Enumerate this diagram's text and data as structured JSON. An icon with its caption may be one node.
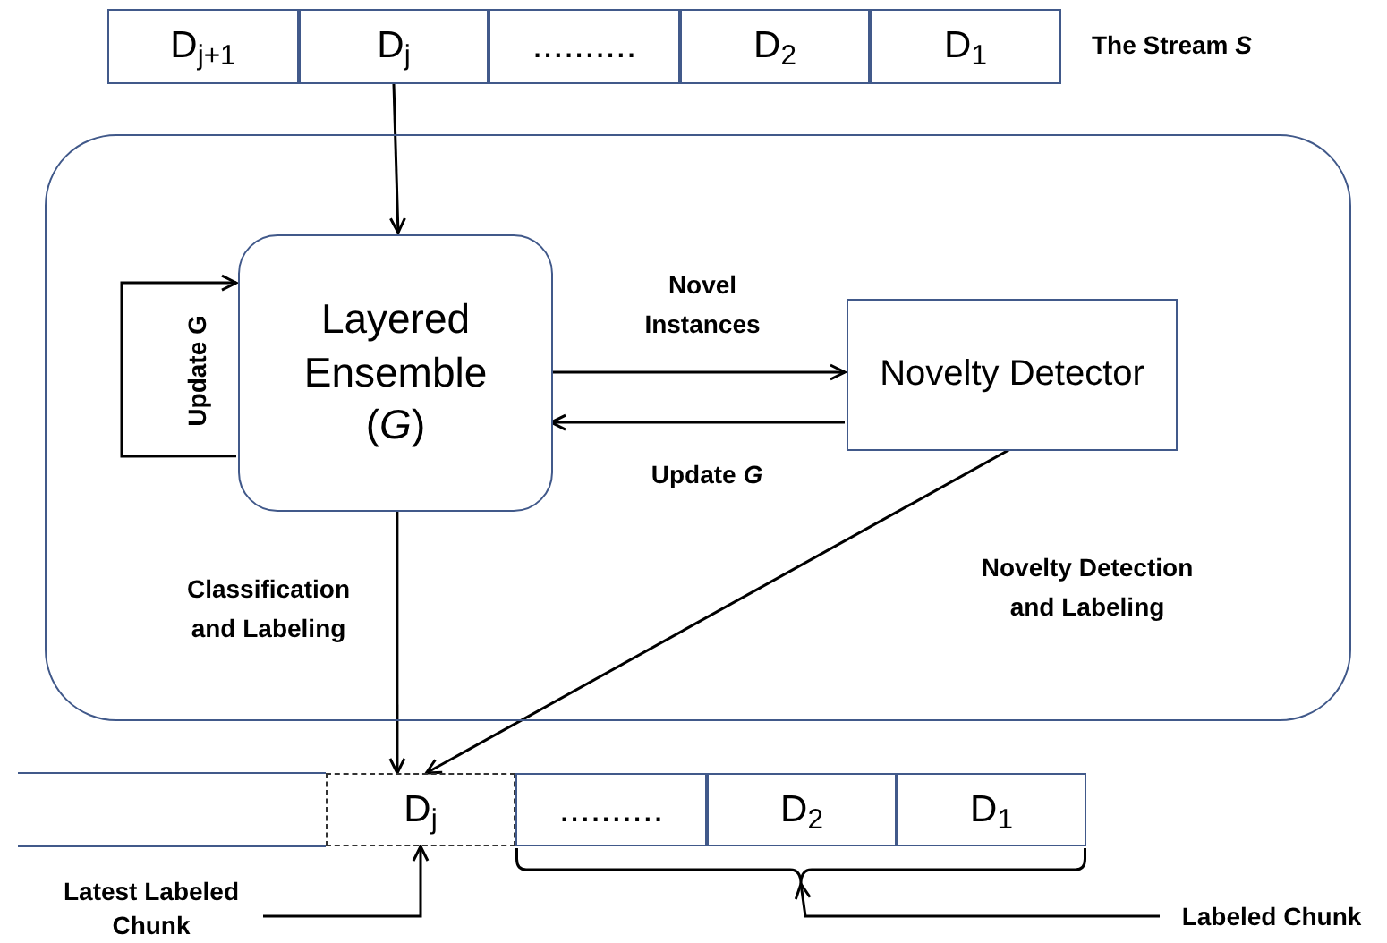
{
  "diagram": {
    "nodes": [
      {
        "text": [
          "D$_{j+1}$"
        ]
      },
      {
        "text": [
          "D$_{j}$"
        ]
      },
      {
        "text": [
          ".........."
        ]
      },
      {
        "text": [
          "D$_{2}$"
        ]
      },
      {
        "text": [
          "D$_{1}$"
        ]
      },
      {
        "text": [],
        "shape": "box"
      },
      {
        "text": [
          "Layered Ensemble (*G*)"
        ],
        "in": 5
      },
      {
        "text": [
          "Novelty Detector"
        ],
        "in": 5
      },
      {
        "text": [
          "D$_{j}$"
        ]
      },
      {
        "text": [
          ".........."
        ]
      },
      {
        "text": [
          "D$_{2}$"
        ]
      },
      {
        "text": [
          "D$_{1}$"
        ]
      },
      {
        "text": [
          "Latest Labeled Chunk"
        ]
      },
      {
        "text": [
          "Labeled Chunk"
        ]
      },
      {
        "text": [],
        "shape": "bracket"
      }
    ],
    "edges": [
      {
        "from": 1,
        "to": 6,
        "arrow": "to"
      },
      {
        "from": 6,
        "to": 6,
        "arrow": "to",
        "label": "Update G"
      },
      {
        "from": 6,
        "to": 7,
        "arrow": "to",
        "label": "Novel Instances"
      },
      {
        "from": 7,
        "to": 6,
        "arrow": "to",
        "label": "Update *G*"
      },
      {
        "from": 6,
        "to": 8,
        "arrow": "to",
        "label": "Classification and Labeling"
      },
      {
        "from": 7,
        "to": 8,
        "arrow": "to",
        "label": "Novelty Detection and Labeling"
      },
      {
        "from": 12,
        "to": 8,
        "arrow": "to"
      },
      {
        "from": 13,
        "to": 14,
        "arrow": "to"
      }
    ],
    "labels": [
      "The Stream *S*"
    ]
  }
}
